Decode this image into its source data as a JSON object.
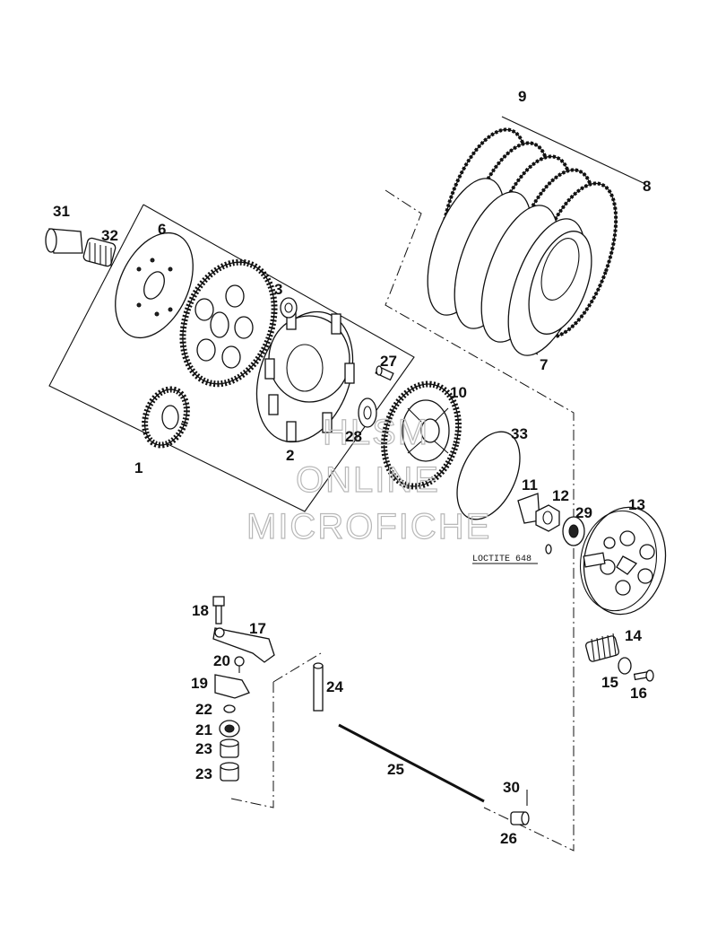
{
  "diagram": {
    "part_numbers": [
      "1",
      "2",
      "3",
      "6",
      "7",
      "8",
      "9",
      "10",
      "11",
      "12",
      "13",
      "14",
      "15",
      "16",
      "17",
      "18",
      "19",
      "20",
      "21",
      "22",
      "23",
      "23",
      "24",
      "25",
      "26",
      "27",
      "28",
      "29",
      "30",
      "31",
      "32",
      "33"
    ],
    "note": "LOCTITE 648",
    "watermark": [
      "HLSM",
      "ONLINE",
      "MICROFICHE"
    ],
    "colors": {
      "line": "#111111",
      "background": "#ffffff",
      "watermark": "#b8b8b8"
    }
  }
}
